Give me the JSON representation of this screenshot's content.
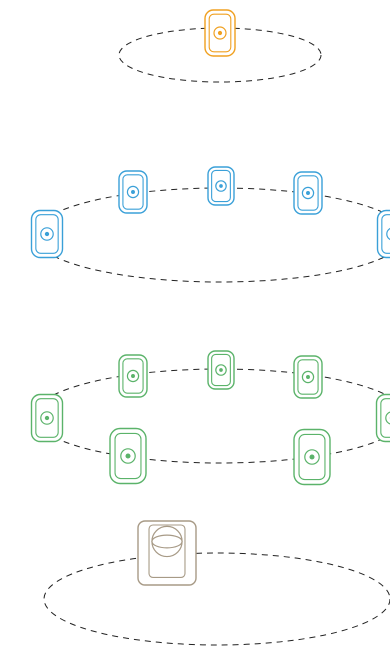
{
  "colors": {
    "ring": "#222222",
    "top_layer": "#f0a020",
    "upper_layer": "#3aa0d8",
    "ear_layer": "#5bb36a",
    "subwoofer": "#a79a86"
  },
  "icons": {
    "speaker": "speaker-icon",
    "subwoofer": "subwoofer-icon"
  },
  "layers": [
    {
      "id": "top",
      "color_key": "top_layer",
      "speaker_count": 1
    },
    {
      "id": "upper",
      "color_key": "upper_layer",
      "speaker_count": 5
    },
    {
      "id": "ear",
      "color_key": "ear_layer",
      "speaker_count": 7
    },
    {
      "id": "sub",
      "color_key": "subwoofer",
      "speaker_count": 1
    }
  ]
}
